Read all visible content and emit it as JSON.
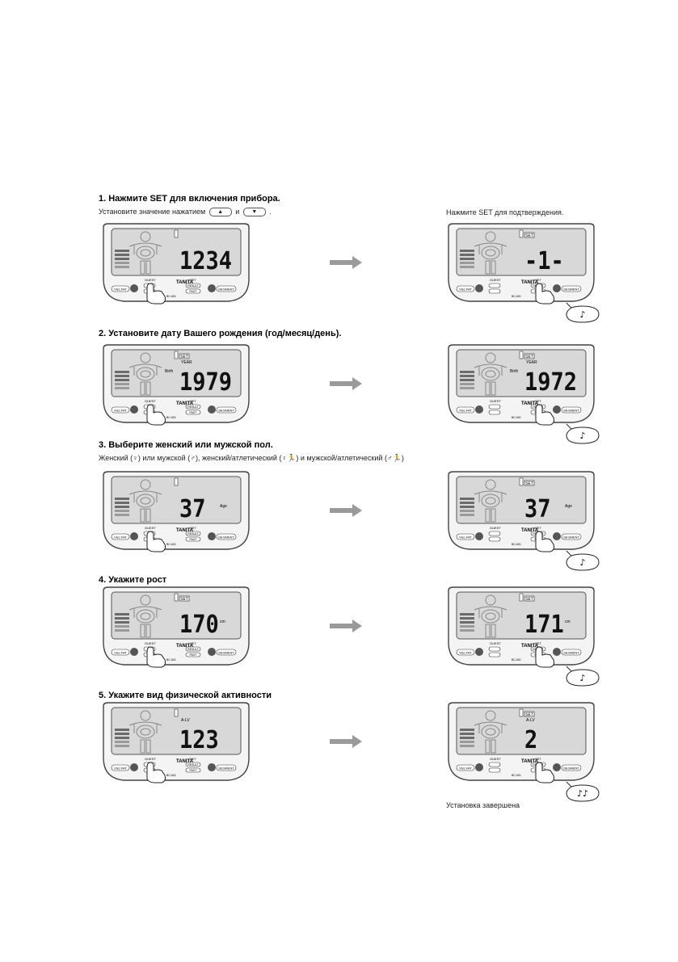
{
  "steps": [
    {
      "title": "1. Нажмите SET для включения прибора.",
      "subtitle_pre": "Установите значение нажатием",
      "subtitle_mid": "и",
      "subtitle_post": ".",
      "right_note": "Нажмите SET для подтверждения.",
      "left_display": {
        "label": "",
        "value": "1234",
        "unit": "",
        "set": false
      },
      "right_display": {
        "label": "",
        "value": "-1-",
        "unit": "",
        "set": true
      }
    },
    {
      "title": "2. Установите дату Вашего рождения (год/месяц/день).",
      "left_display": {
        "label": "YEAR",
        "side": "Birth",
        "value": "1979",
        "unit": "",
        "set": true
      },
      "right_display": {
        "label": "YEAR",
        "side": "Birth",
        "value": "1972",
        "unit": "",
        "set": true
      }
    },
    {
      "title": "3. Выберите женский или мужской пол.",
      "subtitle": "Женский (♀) или мужской (♂), женский/атлетический (♀🏃) и мужской/атлетический (♂🏃)",
      "left_display": {
        "label": "",
        "value": "37",
        "unit": "Age",
        "set": false
      },
      "right_display": {
        "label": "",
        "value": "37",
        "unit": "Age",
        "set": true
      }
    },
    {
      "title": "4. Укажите рост",
      "left_display": {
        "label": "",
        "value": "170",
        "unit": "cm",
        "set": true
      },
      "right_display": {
        "label": "",
        "value": "171",
        "unit": "cm",
        "set": true
      }
    },
    {
      "title": "5. Укажите вид физической активности",
      "right_note": "Установка завершена",
      "left_display": {
        "label": "A-LV",
        "value": "123",
        "unit": "",
        "set": false
      },
      "right_display": {
        "label": "A-LV",
        "value": "2",
        "unit": "",
        "set": true
      }
    }
  ],
  "device": {
    "brand": "TANITA",
    "model": "BC-601",
    "btn_visc": "Visc.FAT",
    "btn_guest": "GUEST",
    "btn_set": "SET",
    "btn_result": "RESULT",
    "btn_past": "PAST",
    "btn_segment": "SEGMENT"
  },
  "sounds": {
    "single": "♪",
    "double": "♪♪"
  },
  "arrow_color": "#9a9a9a",
  "lcd_color": "#d8d8d8"
}
